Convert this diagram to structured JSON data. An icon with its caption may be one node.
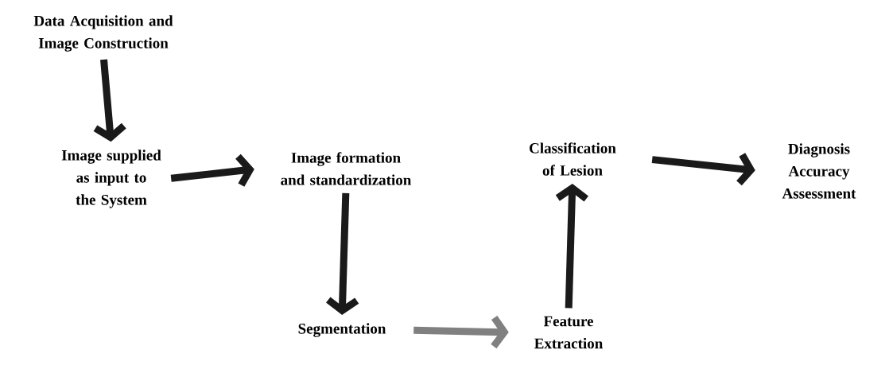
{
  "diagram": {
    "nodes": [
      {
        "text": [
          "Data Acquisition and Image Construction"
        ]
      },
      {
        "text": [
          "Image supplied as input to the System"
        ]
      },
      {
        "text": [
          "Image formation and standardization"
        ]
      },
      {
        "text": [
          "Segmentation"
        ]
      },
      {
        "text": [
          "Feature Extraction"
        ]
      },
      {
        "text": [
          "Classification of Lesion"
        ]
      },
      {
        "text": [
          "Diagnosis Accuracy Assessment"
        ]
      }
    ],
    "edges": [
      {
        "from": 0,
        "to": 1,
        "arrow": "to"
      },
      {
        "from": 1,
        "to": 2,
        "arrow": "to"
      },
      {
        "from": 2,
        "to": 3,
        "arrow": "to"
      },
      {
        "from": 3,
        "to": 4,
        "arrow": "to",
        "color": "#808080"
      },
      {
        "from": 4,
        "to": 5,
        "arrow": "to"
      },
      {
        "from": 5,
        "to": 6,
        "arrow": "to"
      }
    ]
  }
}
